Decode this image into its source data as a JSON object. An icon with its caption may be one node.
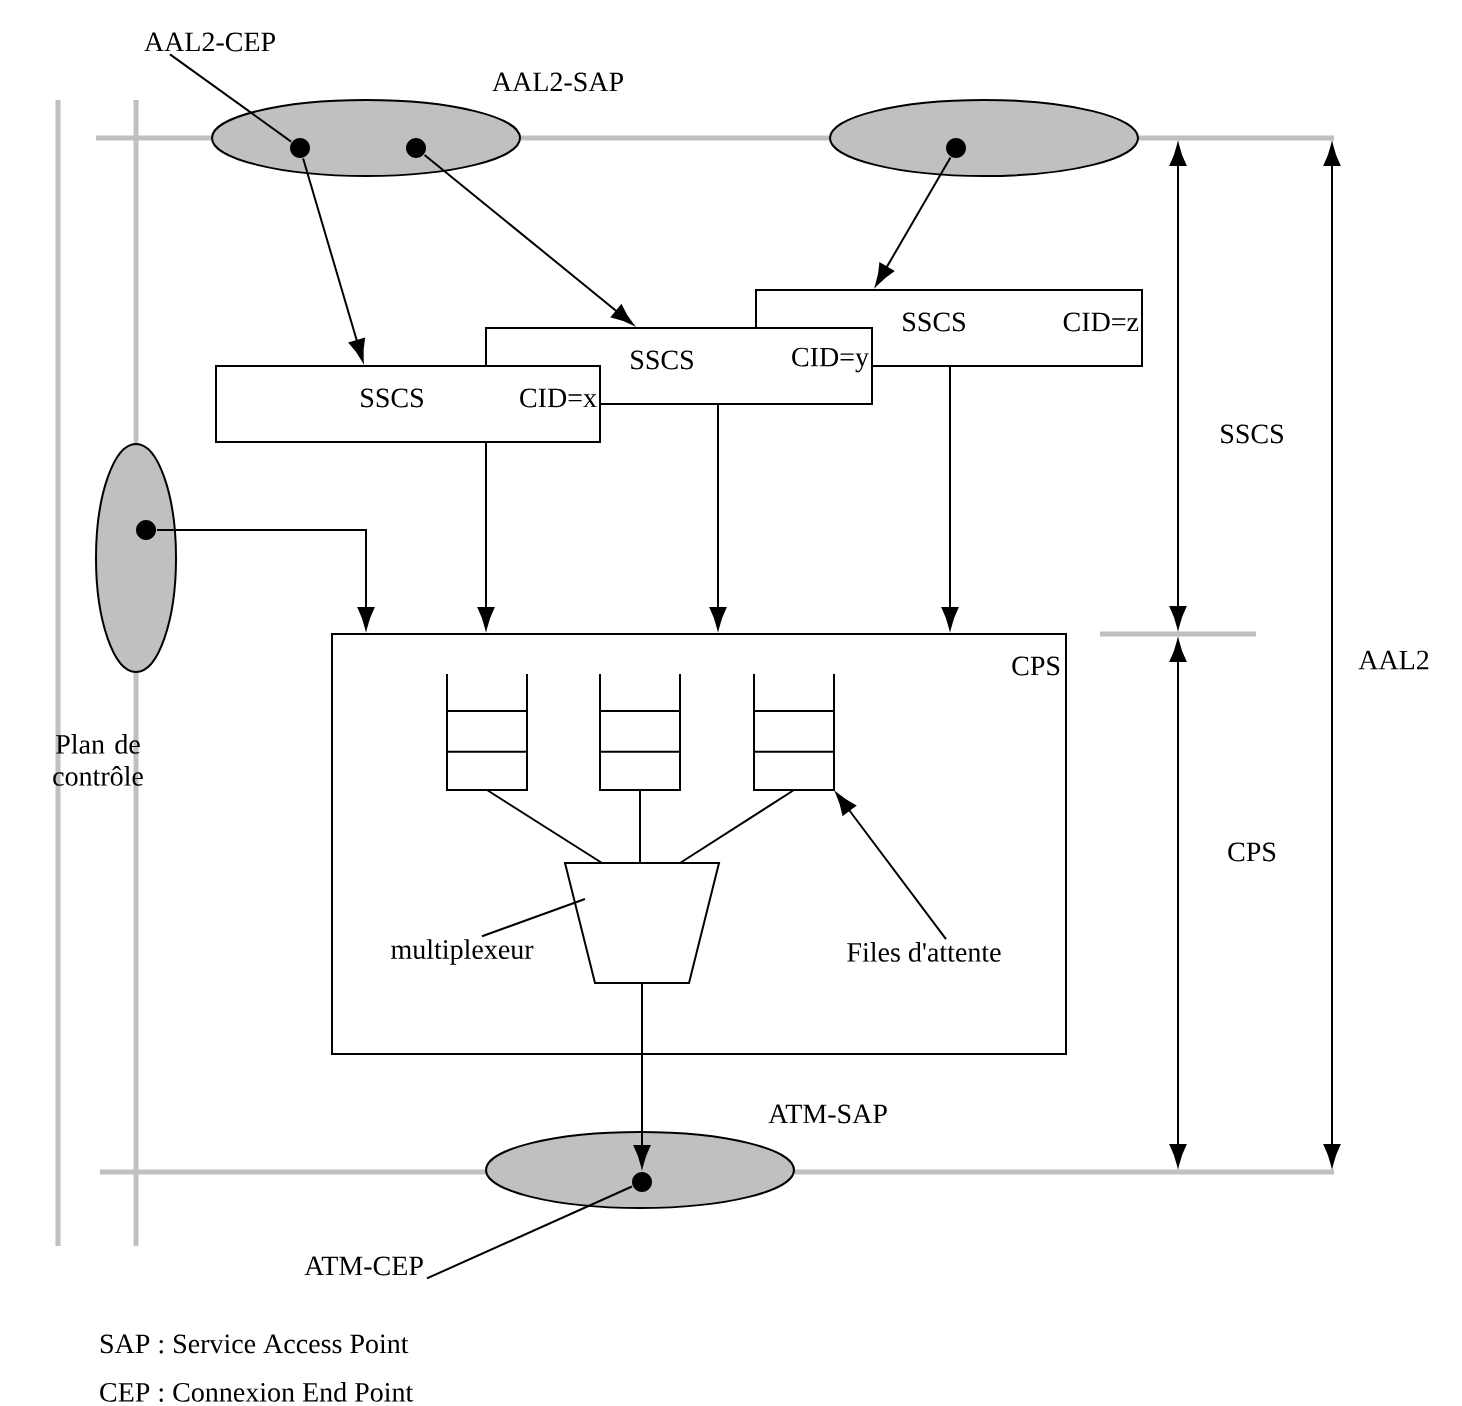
{
  "diagram": {
    "nodes": [
      {
        "text": [
          "AAL2-SAP"
        ]
      },
      {
        "text": [],
        "shape": "ellipse"
      },
      {
        "text": [],
        "shape": "circle",
        "in": 0
      },
      {
        "text": [],
        "shape": "circle",
        "in": 0
      },
      {
        "text": [],
        "shape": "circle",
        "in": 1
      },
      {
        "text": [
          "SSCS",
          "CID=z"
        ]
      },
      {
        "text": [
          "SSCS",
          "CID=y"
        ]
      },
      {
        "text": [
          "SSCS",
          "CID=x"
        ]
      },
      {
        "text": [
          "Plan de contrôle"
        ]
      },
      {
        "text": [],
        "shape": "circle",
        "in": 8
      },
      {
        "text": [
          "CPS"
        ]
      },
      {
        "text": [],
        "shape": "box",
        "in": 10
      },
      {
        "text": [],
        "shape": "box",
        "in": 10
      },
      {
        "text": [],
        "shape": "box",
        "in": 10
      },
      {
        "text": [],
        "shape": "trapezium",
        "in": 10
      },
      {
        "text": [
          "multiplexeur"
        ],
        "in": 10
      },
      {
        "text": [
          "Files d'attente"
        ],
        "in": 10
      },
      {
        "text": [
          "ATM-SAP"
        ]
      },
      {
        "text": [],
        "shape": "circle",
        "in": 17
      },
      {
        "text": [
          "AAL2-CEP"
        ]
      },
      {
        "text": [
          "ATM-CEP"
        ]
      }
    ],
    "edges": [
      {
        "from": 2,
        "to": 7,
        "arrow": "to"
      },
      {
        "from": 3,
        "to": 6,
        "arrow": "to"
      },
      {
        "from": 4,
        "to": 5,
        "arrow": "to"
      },
      {
        "from": 9,
        "to": 10,
        "arrow": "to"
      },
      {
        "from": 7,
        "to": 10,
        "arrow": "to"
      },
      {
        "from": 6,
        "to": 10,
        "arrow": "to"
      },
      {
        "from": 5,
        "to": 10,
        "arrow": "to"
      },
      {
        "from": 11,
        "to": 14,
        "arrow": "none"
      },
      {
        "from": 12,
        "to": 14,
        "arrow": "none"
      },
      {
        "from": 13,
        "to": 14,
        "arrow": "none"
      },
      {
        "from": 14,
        "to": 18,
        "arrow": "to"
      },
      {
        "from": 19,
        "to": 2,
        "arrow": "none"
      },
      {
        "from": 20,
        "to": 18,
        "arrow": "none"
      },
      {
        "from": 15,
        "to": 14,
        "arrow": "none"
      },
      {
        "from": 16,
        "to": 13,
        "arrow": "to"
      }
    ],
    "labels": [
      "SSCS",
      "AAL2",
      "CPS",
      "SAP : Service Access Point",
      "CEP : Connexion End Point"
    ]
  }
}
